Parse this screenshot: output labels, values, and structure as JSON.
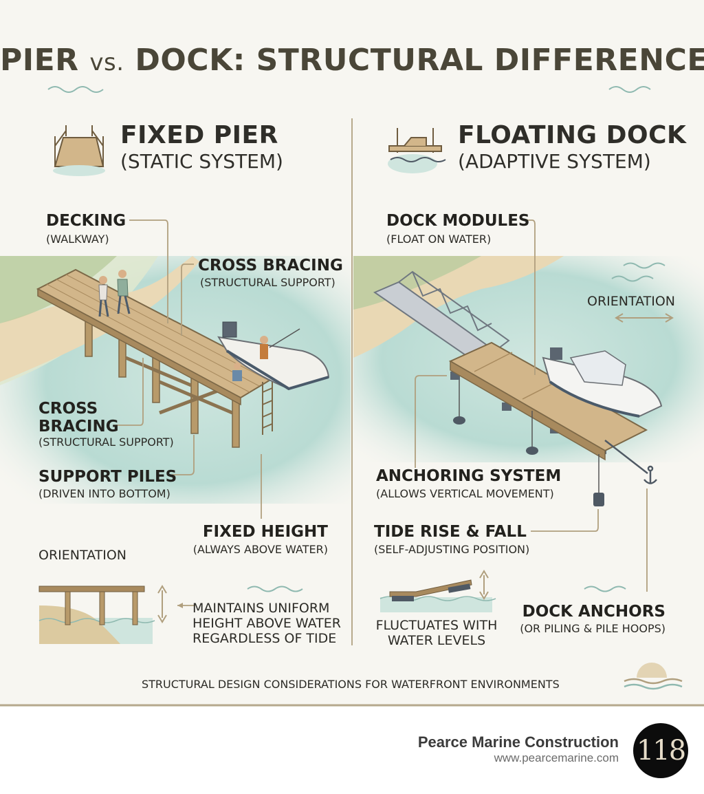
{
  "title": {
    "part1": "PIER",
    "vs": "vs.",
    "part2": "DOCK: STRUCTURAL DIFFERENCES"
  },
  "left": {
    "heading": "FIXED PIER",
    "subheading": "(STATIC SYSTEM)",
    "decking": {
      "label": "DECKING",
      "sub": "(WALKWAY)"
    },
    "cross_bracing_top": {
      "label": "CROSS BRACING",
      "sub": "(STRUCTURAL SUPPORT)"
    },
    "cross_bracing_left": {
      "line1": "CROSS",
      "line2": "BRACING",
      "sub": "(STRUCTURAL SUPPORT)"
    },
    "support_piles": {
      "label": "SUPPORT PILES",
      "sub": "(DRIVEN INTO BOTTOM)"
    },
    "fixed_height": {
      "label": "FIXED HEIGHT",
      "sub": "(ALWAYS ABOVE WATER)"
    },
    "orientation": "ORIENTATION",
    "uniform": {
      "line1": "MAINTAINS UNIFORM",
      "line2": "HEIGHT ABOVE WATER",
      "line3": "REGARDLESS OF TIDE"
    }
  },
  "right": {
    "heading": "FLOATING DOCK",
    "subheading": "(ADAPTIVE SYSTEM)",
    "dock_modules": {
      "label": "DOCK MODULES",
      "sub": "(FLOAT ON WATER)"
    },
    "orientation": "ORIENTATION",
    "anchoring": {
      "label": "ANCHORING SYSTEM",
      "sub": "(ALLOWS VERTICAL MOVEMENT)"
    },
    "tide": {
      "label": "TIDE RISE & FALL",
      "sub": "(SELF-ADJUSTING POSITION)"
    },
    "fluctuates": {
      "line1": "FLUCTUATES WITH",
      "line2": "WATER LEVELS"
    },
    "anchors": {
      "label": "DOCK ANCHORS",
      "sub": "(OR PILING & PILE HOOPS)"
    }
  },
  "caption": "STRUCTURAL DESIGN CONSIDERATIONS FOR WATERFRONT ENVIRONMENTS",
  "footer": {
    "company": "Pearce Marine Construction",
    "url": "www.pearcemarine.com",
    "badge": "118"
  },
  "colors": {
    "background": "#f7f6f1",
    "water": "#bfddd6",
    "wood": "#c9ae84",
    "sand": "#e8d6b4",
    "grass": "#a9bf92",
    "line": "#b09f7e"
  }
}
